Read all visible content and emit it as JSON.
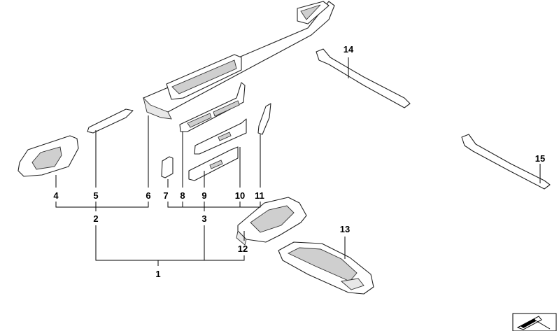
{
  "callouts": {
    "c1": "1",
    "c2": "2",
    "c3": "3",
    "c4": "4",
    "c5": "5",
    "c6": "6",
    "c7": "7",
    "c8": "8",
    "c9": "9",
    "c10": "10",
    "c11": "11",
    "c12": "12",
    "c13": "13",
    "c14": "14",
    "c15": "15"
  },
  "icons": {
    "corner": "parts-catalog-icon"
  }
}
